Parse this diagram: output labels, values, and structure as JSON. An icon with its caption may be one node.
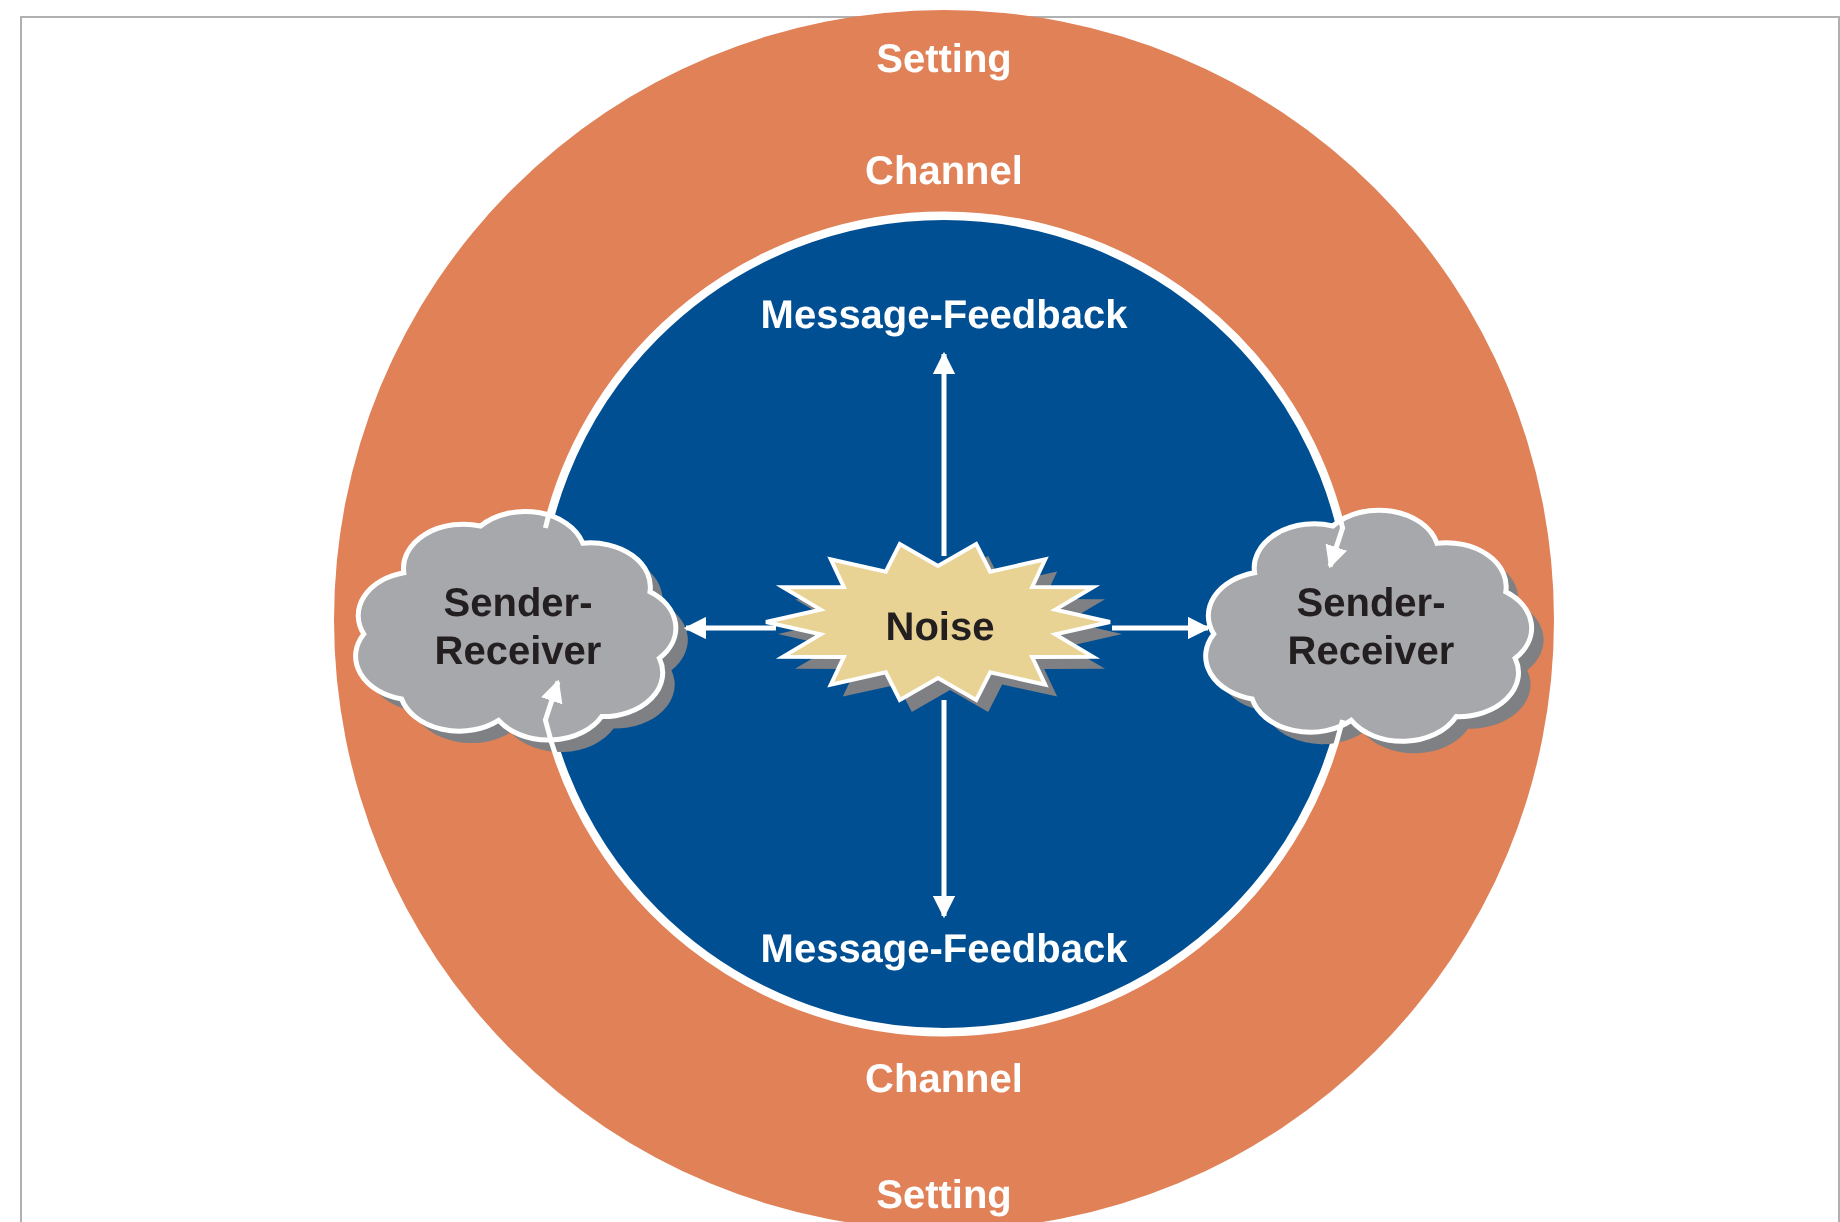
{
  "diagram": {
    "nodes": [
      {
        "text": [
          "Setting",
          "Channel",
          "Channel",
          "Setting"
        ]
      },
      {
        "text": [],
        "shape": "circle",
        "in": 0
      },
      {
        "text": [
          "Message-Feedback"
        ],
        "in": 1
      },
      {
        "text": [
          "Sender- Receiver"
        ],
        "in": 0
      },
      {
        "text": [
          "Noise"
        ],
        "in": 1
      },
      {
        "text": [
          "Sender- Receiver"
        ],
        "in": 0
      },
      {
        "text": [
          "Message-Feedback"
        ],
        "in": 1
      }
    ],
    "edges": [
      {
        "from": 4,
        "to": 2,
        "arrow": "to"
      },
      {
        "from": 4,
        "to": 3,
        "arrow": "to"
      },
      {
        "from": 4,
        "to": 5,
        "arrow": "to"
      },
      {
        "from": 4,
        "to": 6,
        "arrow": "to"
      },
      {
        "from": 3,
        "to": 5,
        "arrow": "to"
      },
      {
        "from": 5,
        "to": 3,
        "arrow": "to"
      }
    ]
  }
}
